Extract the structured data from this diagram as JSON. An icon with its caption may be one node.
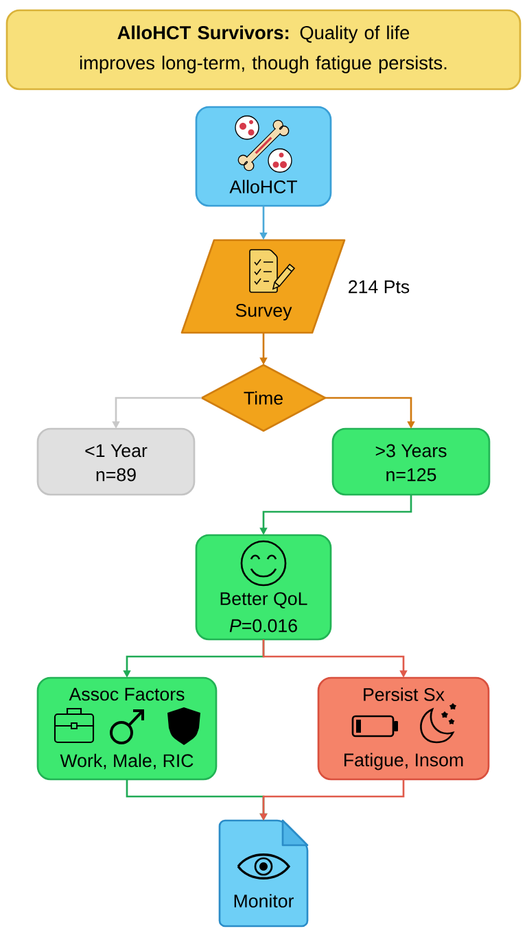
{
  "diagram": {
    "title": "**AlloHCT Survivors:** Quality of life improves long-term, though fatigue persists.",
    "nodes": [
      {
        "text": [
          "AlloHCT"
        ]
      },
      {
        "text": [
          "Survey"
        ],
        "beside": [
          "214 Pts"
        ]
      },
      {
        "text": [
          "Time"
        ]
      },
      {
        "text": [
          "<1 Year",
          "n=89"
        ]
      },
      {
        "text": [
          ">3 Years",
          "n=125"
        ]
      },
      {
        "text": [
          "Better QoL",
          "*P*=0.016"
        ]
      },
      {
        "text": [
          "Assoc Factors",
          "Work, Male, RIC"
        ]
      },
      {
        "text": [
          "Persist Sx",
          "Fatigue, Insom"
        ]
      },
      {
        "text": [
          "Monitor"
        ]
      }
    ],
    "edges": [
      {
        "from": 0,
        "to": 1,
        "arrow": "to",
        "color": "#4aa8d8"
      },
      {
        "from": 1,
        "to": 2,
        "arrow": "to",
        "color": "#d07a10"
      },
      {
        "from": 2,
        "to": 3,
        "arrow": "to",
        "color": "#c8c8c8"
      },
      {
        "from": 2,
        "to": 4,
        "arrow": "to",
        "color": "#d07a10"
      },
      {
        "from": 4,
        "to": 5,
        "arrow": "to",
        "color": "#1faa55"
      },
      {
        "from": 5,
        "to": 6,
        "arrow": "to",
        "color": "#1faa55"
      },
      {
        "from": 5,
        "to": 7,
        "arrow": "to",
        "color": "#e05a4a"
      },
      {
        "from": 6,
        "to": 8,
        "arrow": "to",
        "color": "#1faa55"
      },
      {
        "from": 7,
        "to": 8,
        "arrow": "to",
        "color": "#e05a4a"
      }
    ]
  }
}
